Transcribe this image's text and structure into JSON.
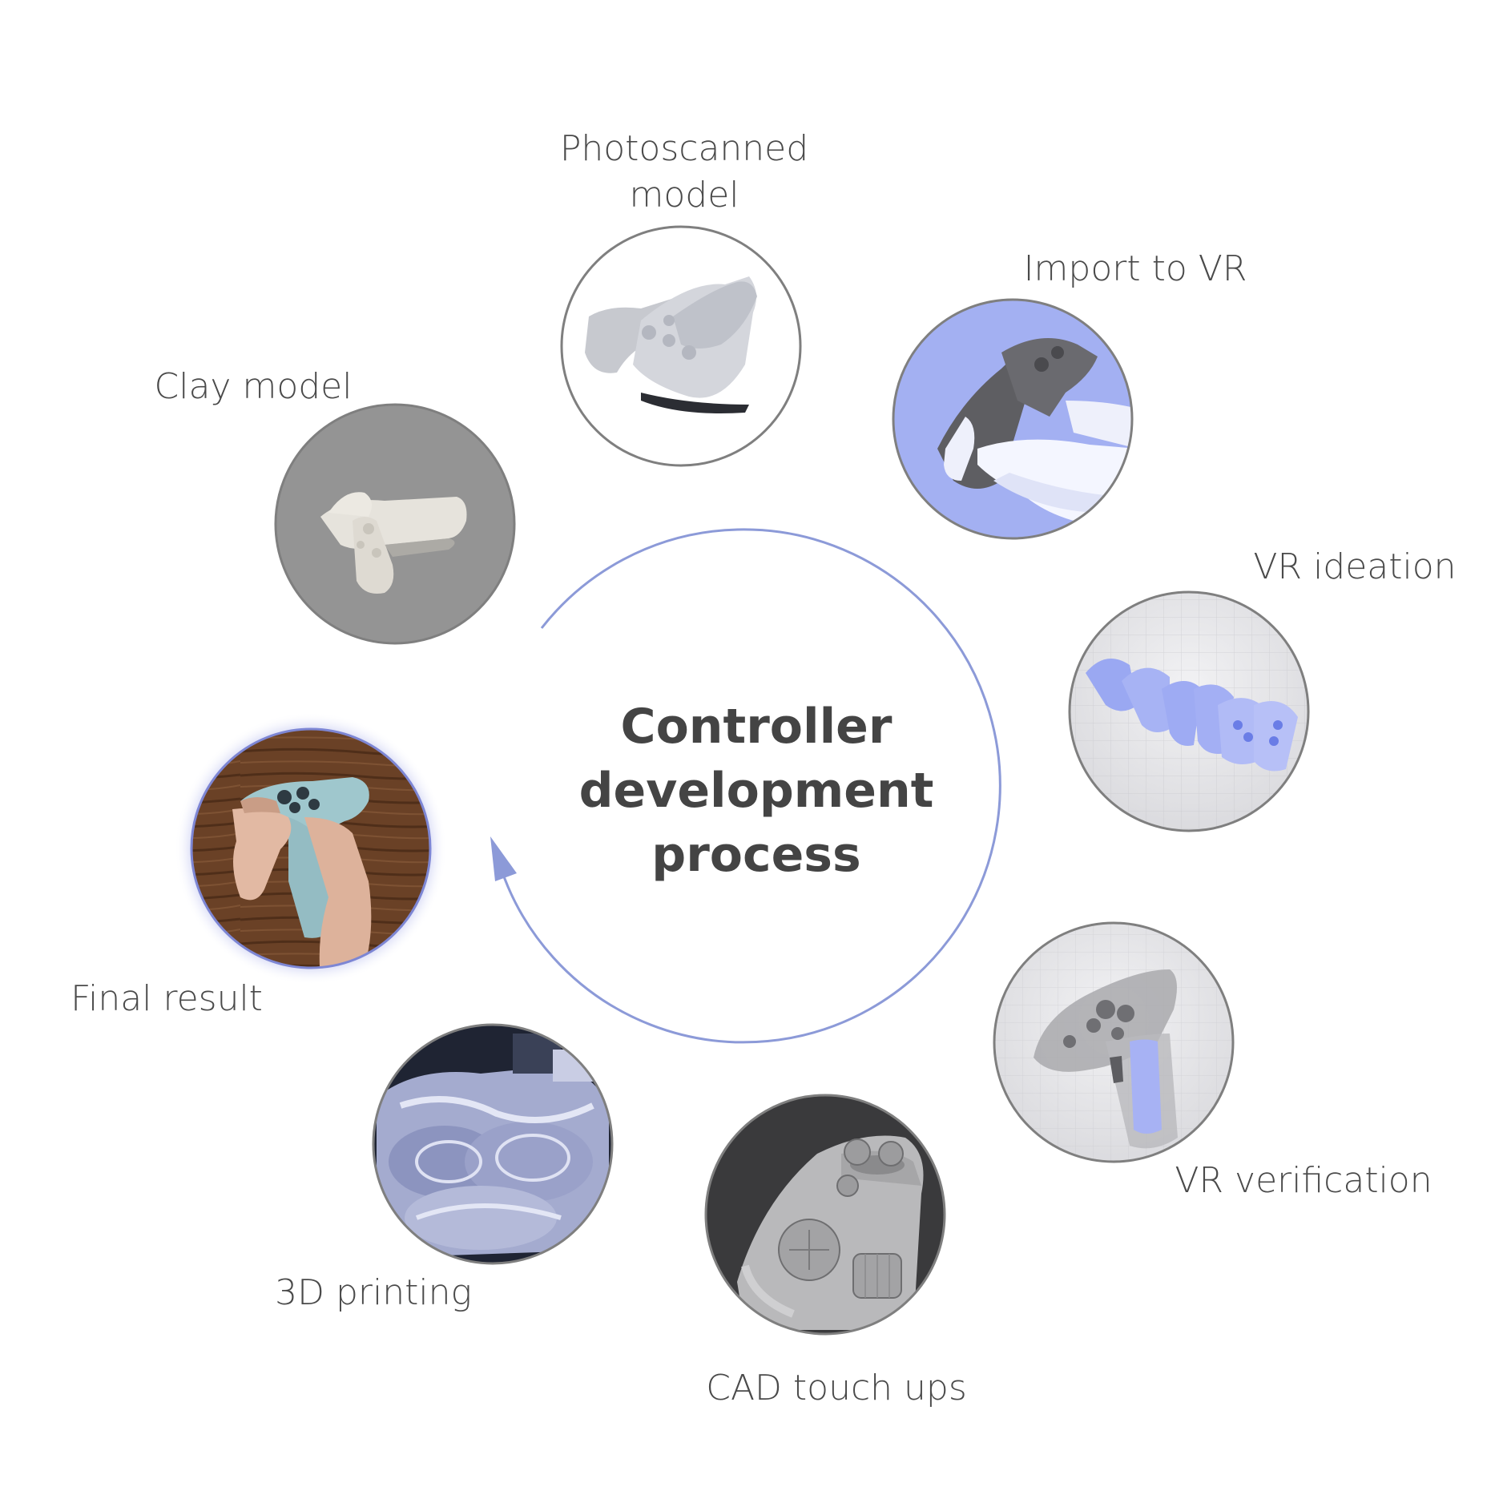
{
  "title": {
    "line1": "Controller",
    "line2": "development",
    "line3": "process"
  },
  "stages": {
    "photoscanned": {
      "line1": "Photoscanned",
      "line2": "model"
    },
    "import_vr": {
      "label": "Import to VR"
    },
    "clay_model": {
      "label": "Clay model"
    },
    "vr_ideation": {
      "label": "VR ideation"
    },
    "final_result": {
      "label": "Final result"
    },
    "vr_verification": {
      "label": "VR verification"
    },
    "printing": {
      "label": "3D printing"
    },
    "cad": {
      "label": "CAD touch ups"
    }
  },
  "colors": {
    "cycle_arrow": "#8c9ad8",
    "label_text": "#4a4a4a",
    "title_text": "#444444",
    "circle_border": "#7f7f7f",
    "final_border": "#7d86d4"
  }
}
